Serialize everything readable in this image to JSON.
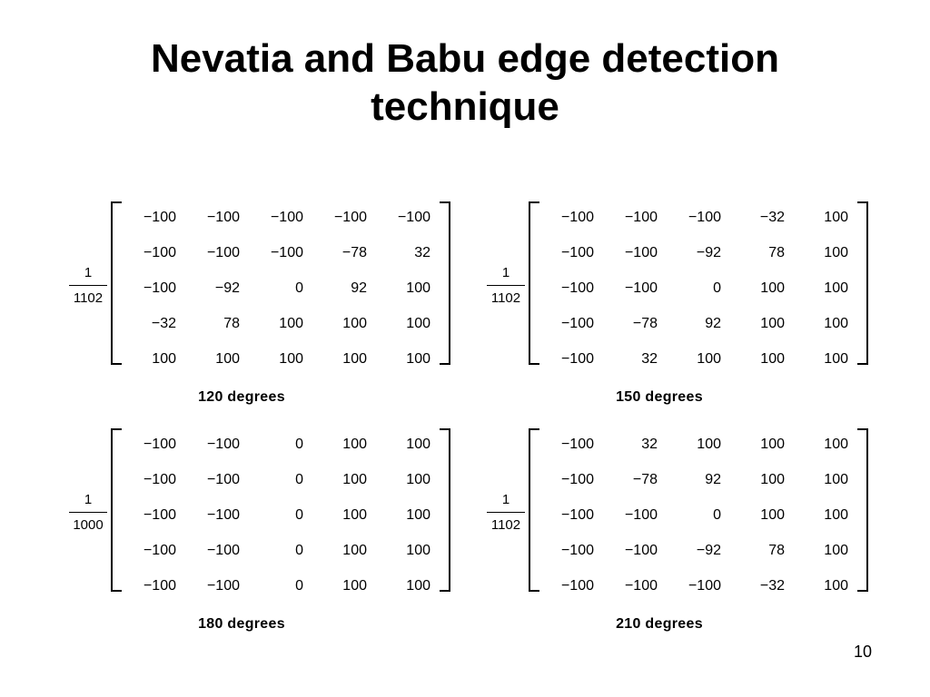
{
  "slide": {
    "title_line1": "Nevatia and Babu edge detection",
    "title_line2": "technique",
    "page_number": "10"
  },
  "masks": [
    {
      "fraction_numerator": "1",
      "fraction_denominator": "1102",
      "caption": "120 degrees",
      "rows": [
        [
          "−100",
          "−100",
          "−100",
          "−100",
          "−100"
        ],
        [
          "−100",
          "−100",
          "−100",
          "−78",
          "32"
        ],
        [
          "−100",
          "−92",
          "0",
          "92",
          "100"
        ],
        [
          "−32",
          "78",
          "100",
          "100",
          "100"
        ],
        [
          "100",
          "100",
          "100",
          "100",
          "100"
        ]
      ]
    },
    {
      "fraction_numerator": "1",
      "fraction_denominator": "1102",
      "caption": "150 degrees",
      "rows": [
        [
          "−100",
          "−100",
          "−100",
          "−32",
          "100"
        ],
        [
          "−100",
          "−100",
          "−92",
          "78",
          "100"
        ],
        [
          "−100",
          "−100",
          "0",
          "100",
          "100"
        ],
        [
          "−100",
          "−78",
          "92",
          "100",
          "100"
        ],
        [
          "−100",
          "32",
          "100",
          "100",
          "100"
        ]
      ]
    },
    {
      "fraction_numerator": "1",
      "fraction_denominator": "1000",
      "caption": "180 degrees",
      "rows": [
        [
          "−100",
          "−100",
          "0",
          "100",
          "100"
        ],
        [
          "−100",
          "−100",
          "0",
          "100",
          "100"
        ],
        [
          "−100",
          "−100",
          "0",
          "100",
          "100"
        ],
        [
          "−100",
          "−100",
          "0",
          "100",
          "100"
        ],
        [
          "−100",
          "−100",
          "0",
          "100",
          "100"
        ]
      ]
    },
    {
      "fraction_numerator": "1",
      "fraction_denominator": "1102",
      "caption": "210 degrees",
      "rows": [
        [
          "−100",
          "32",
          "100",
          "100",
          "100"
        ],
        [
          "−100",
          "−78",
          "92",
          "100",
          "100"
        ],
        [
          "−100",
          "−100",
          "0",
          "100",
          "100"
        ],
        [
          "−100",
          "−100",
          "−92",
          "78",
          "100"
        ],
        [
          "−100",
          "−100",
          "−100",
          "−32",
          "100"
        ]
      ]
    }
  ]
}
